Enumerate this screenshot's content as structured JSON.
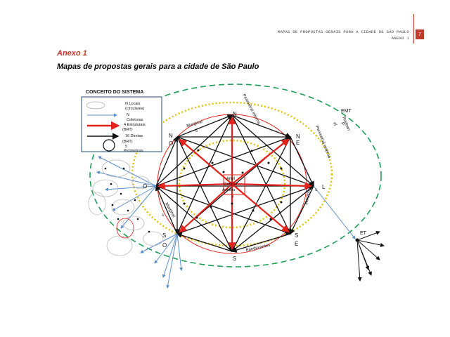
{
  "header": {
    "doc_title": "MAPAS DE PROPOSTAS GERAIS PARA A CIDADE DE SÃO PAULO",
    "section": "ANEXO 1",
    "page_number": "7"
  },
  "annex": {
    "title": "Anexo 1",
    "subtitle": "Mapas de propostas gerais para a cidade de São Paulo"
  },
  "legend": {
    "title": "CONCEITO DO SISTEMA",
    "items": [
      {
        "text1": "N Locais",
        "text2": "(circulares)"
      },
      {
        "text1": "N",
        "text2": "Coletoras"
      },
      {
        "text1": "4 Estrututais",
        "text2": "(BRT)"
      },
      {
        "text1": "16 Diretas",
        "text2": "(BRT)"
      },
      {
        "text1": "5",
        "text2": "Perimetrais"
      }
    ]
  },
  "labels": {
    "n": "N",
    "no_n": "N",
    "no_o": "O",
    "ne_n": "N",
    "ne_e": "E",
    "o": "O",
    "l": "L",
    "so_s": "S",
    "so_o": "O",
    "s": "S",
    "se_s": "S",
    "se_e": "E",
    "anel_1": "Anel",
    "anel_2": "Central",
    "anel_3": "Avenida",
    "anel_4": "s",
    "marginai_top": "Marginai",
    "marginai_top_s": "s",
    "marginai_left": "Marginai",
    "marginai_left_s": "s",
    "marginai_right": "Marginai",
    "marginai_right_s": "s",
    "bandeirantes": "Bandeirantes",
    "perimetral_interna": "Perimetral interna",
    "perimetral_externa": "Perimetral externa",
    "perimetral_p": "P",
    "emt": "EMT",
    "rodoan": "Rodoan",
    "el": "el",
    "et": "ET"
  },
  "colors": {
    "accent": "#c0392b",
    "green_ring": "#1e9e57",
    "yellow_ring": "#e0c20a",
    "red_ring": "#e3221b",
    "blue_lines": "#5b8fc7"
  }
}
